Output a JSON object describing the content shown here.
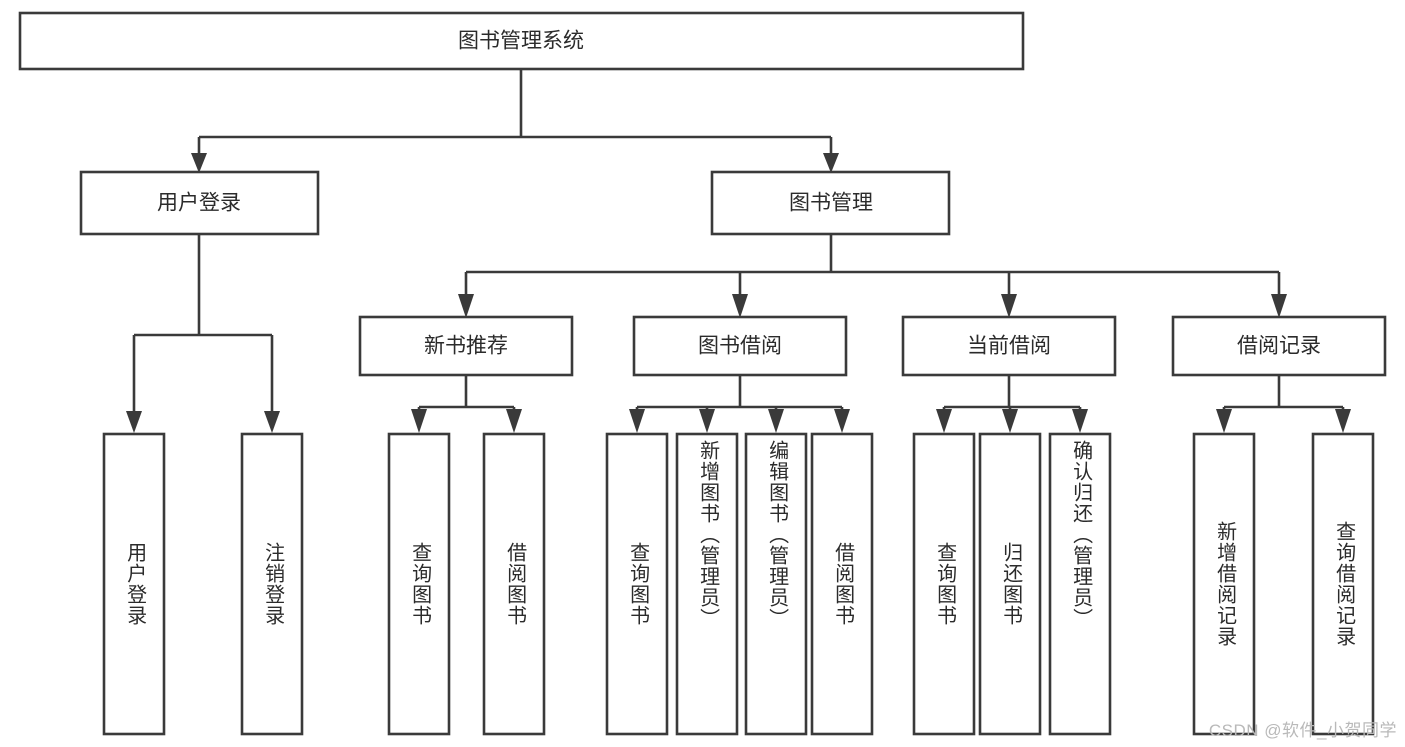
{
  "diagram": {
    "type": "tree-hierarchy",
    "title": "图书管理系统",
    "root": {
      "label": "图书管理系统",
      "name": "root-node-book-management-system"
    },
    "level2": [
      {
        "label": "用户登录",
        "name": "node-user-login"
      },
      {
        "label": "图书管理",
        "name": "node-book-management"
      }
    ],
    "level3": [
      {
        "label": "新书推荐",
        "name": "node-new-book-recommendation"
      },
      {
        "label": "图书借阅",
        "name": "node-book-borrowing"
      },
      {
        "label": "当前借阅",
        "name": "node-current-borrowing"
      },
      {
        "label": "借阅记录",
        "name": "node-borrowing-records"
      }
    ],
    "leaves": {
      "user_login": [
        {
          "label": "用户登录",
          "name": "leaf-user-login"
        },
        {
          "label": "注销登录",
          "name": "leaf-logout"
        }
      ],
      "new_book_recommendation": [
        {
          "label": "查询图书",
          "name": "leaf-query-books-recommend"
        },
        {
          "label": "借阅图书",
          "name": "leaf-borrow-books-recommend"
        }
      ],
      "book_borrowing": [
        {
          "label": "查询图书",
          "name": "leaf-query-books-borrow"
        },
        {
          "label": "新增图书（管理员）",
          "name": "leaf-add-book-admin"
        },
        {
          "label": "编辑图书（管理员）",
          "name": "leaf-edit-book-admin"
        },
        {
          "label": "借阅图书",
          "name": "leaf-borrow-books"
        }
      ],
      "current_borrowing": [
        {
          "label": "查询图书",
          "name": "leaf-query-books-current"
        },
        {
          "label": "归还图书",
          "name": "leaf-return-books"
        },
        {
          "label": "确认归还（管理员）",
          "name": "leaf-confirm-return-admin"
        }
      ],
      "borrowing_records": [
        {
          "label": "新增借阅记录",
          "name": "leaf-add-borrow-record"
        },
        {
          "label": "查询借阅记录",
          "name": "leaf-query-borrow-record"
        }
      ]
    },
    "watermark": "CSDN @软件_小贺同学",
    "colors": {
      "stroke": "#3a3a3a",
      "box_fill": "#ffffff",
      "text": "#2b2b2b",
      "background": "#ffffff",
      "watermark": "#b9b9b9"
    }
  }
}
